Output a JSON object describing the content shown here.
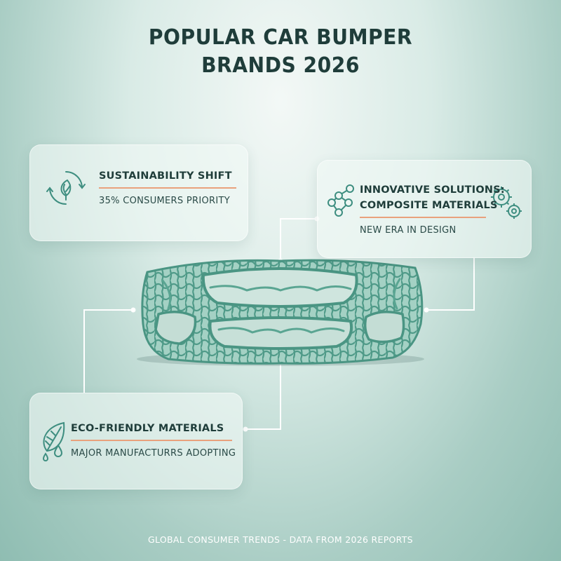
{
  "title": {
    "line1": "POPULAR CAR BUMPER",
    "line2": "BRANDS 2026"
  },
  "cards": {
    "sustainability": {
      "heading": "SUSTAINABILITY SHIFT",
      "subtext": "35% CONSUMERS PRIORITY",
      "icon": "recycle-leaf-icon"
    },
    "innovative": {
      "heading_line1": "INNOVATIVE SOLUTIONS:",
      "heading_line2": "COMPOSITE MATERIALS",
      "subtext": "NEW ERA IN DESIGN",
      "icons": [
        "molecule-network-icon",
        "gears-icon"
      ]
    },
    "eco": {
      "heading": "ECO-FRIENDLY MATERIALS",
      "subtext": "MAJOR MANUFACTURRS ADOPTING",
      "icon": "leaf-water-drop-icon"
    }
  },
  "image": {
    "subject": "lattice-car-bumper"
  },
  "footer": {
    "text": "GLOBAL CONSUMER TRENDS - DATA FROM 2026 REPORTS"
  },
  "colors": {
    "title_text": "#1f3d3a",
    "accent_rule": "#e9a17c",
    "icon_stroke": "#3e8e80",
    "bumper": "#6fb3a0",
    "connector": "#ffffff",
    "footer_text": "#ffffff"
  }
}
